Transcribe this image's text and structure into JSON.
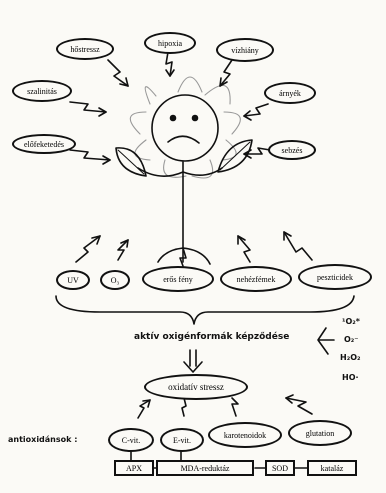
{
  "stressors": {
    "hotstressz": "hőstressz",
    "hipoxia": "hipoxia",
    "vizhiany": "vízhiány",
    "szalinitas": "szalinitás",
    "arnyek": "árnyék",
    "elofeketedes": "előfeketedés",
    "sebzes": "sebzés"
  },
  "bottom_factors": {
    "uv": "UV",
    "o3": "O₃",
    "eros_feny": "erős fény",
    "nehezfemek": "nehézfémek",
    "peszticidek": "peszticidek"
  },
  "aktiv_oxigen": "aktív oxigénformák képződése",
  "ros": [
    "¹O₂*",
    "O₂⁻",
    "H₂O₂",
    "HO·"
  ],
  "oxidativ_stressz": "oxidatív stressz",
  "antioxidansok_label": "antioxidánsok :",
  "antioxidants": [
    "C-vit.",
    "E-vit.",
    "karotenoidok",
    "glutation"
  ],
  "enzymes": [
    "APX",
    "MDA-reduktáz",
    "SOD",
    "kataláz"
  ]
}
